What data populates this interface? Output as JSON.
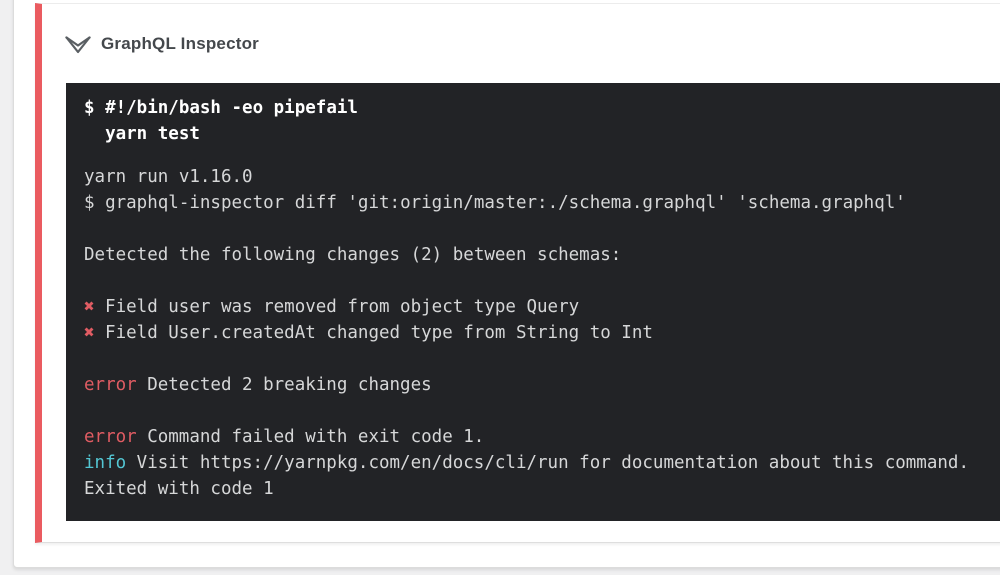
{
  "header": {
    "title": "GraphQL Inspector"
  },
  "terminal": {
    "commands": [
      "$ #!/bin/bash -eo pipefail",
      "  yarn test"
    ],
    "output": {
      "run_version": "yarn run v1.16.0",
      "diff_command": "$ graphql-inspector diff 'git:origin/master:./schema.graphql' 'schema.graphql'",
      "detected_heading": "Detected the following changes (2) between schemas:",
      "breaking_mark": "✖",
      "change_1": "Field user was removed from object type Query",
      "change_2": "Field User.createdAt changed type from String to Int",
      "error_label": "error",
      "error_breaking": "Detected 2 breaking changes",
      "error_exit": "Command failed with exit code 1.",
      "info_label": "info",
      "info_docs": "Visit https://yarnpkg.com/en/docs/cli/run for documentation about this command.",
      "exited": "Exited with code 1"
    }
  },
  "icons": {
    "collapse_chevron": "double-chevron-down"
  },
  "colors": {
    "step_accent_red": "#ea5b60",
    "error_red": "#e05c63",
    "info_cyan": "#53c6d3",
    "terminal_bg": "#222326",
    "card_bg": "#ffffff",
    "page_bg": "#f0f0f1"
  }
}
